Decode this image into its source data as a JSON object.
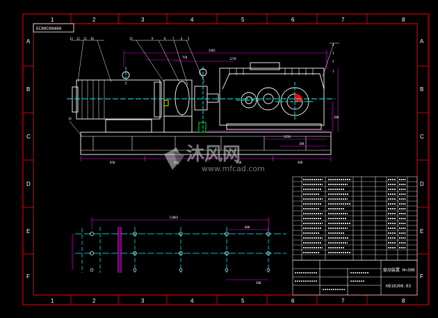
{
  "drawing": {
    "title_code": "EC00C0040H",
    "col_labels": [
      "1",
      "2",
      "3",
      "4",
      "5",
      "6",
      "7",
      "8"
    ],
    "row_labels": [
      "A",
      "B",
      "C",
      "D",
      "E",
      "F"
    ],
    "callouts_left": [
      "13",
      "12",
      "11",
      "10"
    ],
    "callouts_mid": [
      "15",
      "9",
      "8",
      "7",
      "6",
      "5"
    ],
    "callouts_right": [
      "4",
      "3",
      "2",
      "1"
    ],
    "callout_14": "14",
    "dims": {
      "overall": "3482",
      "d1": "1270",
      "d2": "750",
      "d3": "1150",
      "d4": "100",
      "d5": "650",
      "d6": "600",
      "d7": "600",
      "d8": "400",
      "d9": "200",
      "plan_overall": "C3083",
      "plan_right": "600",
      "plan_small": "200"
    }
  },
  "title_block": {
    "name": "驱动装置 H=300",
    "drawing_no": "HD10200.03"
  },
  "watermark": {
    "brand": "沐风网",
    "url": "www.mfcad.com"
  },
  "colors": {
    "border": "#ff0000",
    "outline": "#ffffff",
    "center": "#00ffff",
    "dim": "#ff00ff",
    "hatch": "#00ff00",
    "highlight": "#ffff00"
  }
}
